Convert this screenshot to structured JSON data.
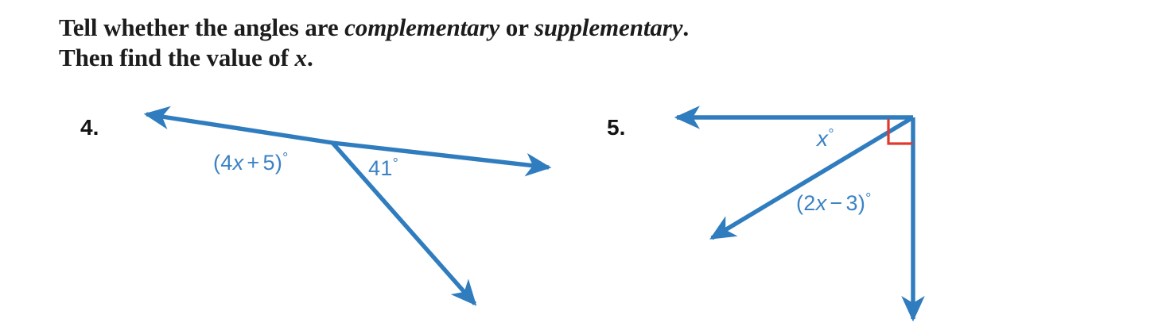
{
  "page": {
    "background_color": "#ffffff",
    "ink_color": "#1c1c1c",
    "figure_blue": "#2f7cbe",
    "label_blue": "#3b82c4",
    "right_angle_red": "#e03a2f"
  },
  "instructions": {
    "line1_part1": "Tell whether the angles are ",
    "line1_em1": "complementary",
    "line1_part2": " or ",
    "line1_em2": "supplementary",
    "line1_part3": ".",
    "line2_part1": "Then find the value of ",
    "line2_em1": "x",
    "line2_part2": "."
  },
  "problems": [
    {
      "number": "4.",
      "figure_type": "two-rays-linear-pair",
      "labels": [
        {
          "id": "4x5",
          "prefix": "(4",
          "variable": "x",
          "operator": "+",
          "suffix": "5)",
          "degree": "°",
          "full_text": "(4x + 5)°"
        },
        {
          "id": "41",
          "value": "41",
          "degree": "°",
          "full_text": "41°"
        }
      ]
    },
    {
      "number": "5.",
      "figure_type": "right-angle-complementary",
      "right_angle_marker": true,
      "labels": [
        {
          "id": "x",
          "variable": "x",
          "degree": "°",
          "full_text": "x°"
        },
        {
          "id": "2x3",
          "prefix": "(2",
          "variable": "x",
          "operator": "−",
          "suffix": "3)",
          "degree": "°",
          "full_text": "(2x − 3)°"
        }
      ]
    }
  ]
}
